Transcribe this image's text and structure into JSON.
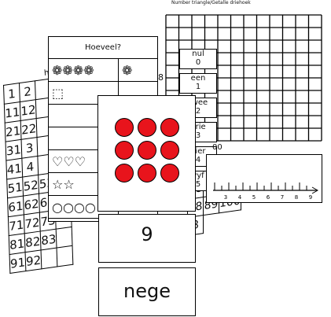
{
  "header": {
    "title": "Number triangle/Getalle driehoek"
  },
  "hundred_chart": {
    "partial_label": "hun",
    "rows": [
      [
        "1",
        "2",
        "",
        "",
        "",
        "",
        "",
        "",
        "",
        ""
      ],
      [
        "11",
        "12",
        "",
        "",
        "",
        "",
        "",
        "",
        "",
        ""
      ],
      [
        "21",
        "22",
        "",
        "",
        "",
        "",
        "",
        "",
        "",
        ""
      ],
      [
        "31",
        "3",
        "",
        "",
        "",
        "",
        "",
        "",
        "",
        ""
      ],
      [
        "41",
        "4",
        "",
        "",
        "",
        "",
        "",
        "",
        "",
        ""
      ],
      [
        "51",
        "52",
        "53",
        "",
        "",
        "",
        "",
        "",
        "",
        ""
      ],
      [
        "61",
        "62",
        "63",
        "",
        "",
        "",
        "",
        "",
        "",
        ""
      ],
      [
        "71",
        "72",
        "73",
        "",
        "",
        "",
        "",
        "",
        "",
        ""
      ],
      [
        "81",
        "82",
        "83",
        "",
        "",
        "",
        "",
        "",
        "",
        ""
      ],
      [
        "91",
        "92",
        "",
        "",
        "",
        "",
        "",
        "",
        "",
        ""
      ]
    ],
    "right_rows": [
      [
        "88",
        "89",
        "90"
      ],
      [
        "88",
        "89",
        "100"
      ],
      [
        "8"
      ]
    ]
  },
  "hoeveel_card": {
    "title": "Hoeveel?",
    "rows": [
      {
        "symbols": "❁❁❁❁",
        "extra": "❁"
      },
      {
        "symbols": "⬚",
        "extra": ""
      },
      {
        "symbols": "",
        "extra": ""
      },
      {
        "symbols": "",
        "extra": ""
      },
      {
        "symbols": "♡♡♡",
        "extra": ""
      },
      {
        "symbols": "☆☆",
        "extra": ""
      },
      {
        "symbols": "○○○○",
        "extra": ""
      }
    ]
  },
  "number_cards": [
    {
      "word": "nul",
      "digit": "0"
    },
    {
      "word": "een",
      "digit": "1"
    },
    {
      "word": "twee",
      "digit": "2"
    },
    {
      "word": "drie",
      "digit": "3"
    },
    {
      "word": "vier",
      "digit": "4"
    },
    {
      "word": "vyf",
      "digit": "5"
    }
  ],
  "partial_8": "8",
  "partial_00": "00",
  "number_line": {
    "ticks": [
      "3",
      "4",
      "5",
      "6",
      "7",
      "8",
      "9"
    ]
  },
  "count_card": {
    "dot_count": 9,
    "color": "#e8141c"
  },
  "numeral_card": {
    "value": "9"
  },
  "word_card": {
    "value": "nege"
  }
}
